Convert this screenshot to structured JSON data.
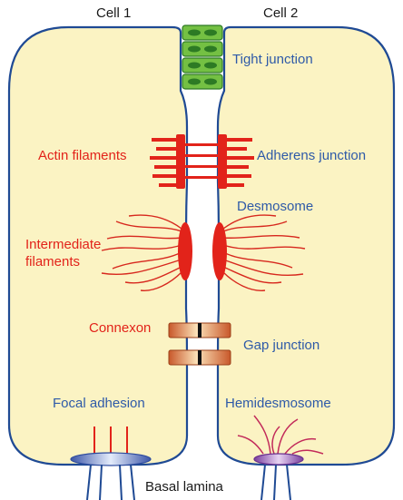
{
  "labels": {
    "cell1": "Cell 1",
    "cell2": "Cell 2",
    "tight_junction": "Tight junction",
    "actin_filaments": "Actin filaments",
    "adherens_junction": "Adherens junction",
    "desmosome": "Desmosome",
    "intermediate_line1": "Intermediate",
    "intermediate_line2": "filaments",
    "connexon": "Connexon",
    "gap_junction": "Gap junction",
    "focal_adhesion": "Focal adhesion",
    "hemidesmosome": "Hemidesmosome",
    "basal_lamina": "Basal lamina"
  },
  "colors": {
    "cytoplasm": "#fbf3c3",
    "membrane": "#1f4a94",
    "tight_junction": "#74c043",
    "tight_junction_dark": "#2d7a24",
    "actin": "#e2231a",
    "desmosome_plaque": "#e2231a",
    "intermediate": "#d7281e",
    "gap_junction": "#f08a3c",
    "focal_plate": "#8aa6dc",
    "hemi_plate": "#b58ad0",
    "blue_text": "#2e5aa8",
    "red_text": "#e2231a"
  }
}
